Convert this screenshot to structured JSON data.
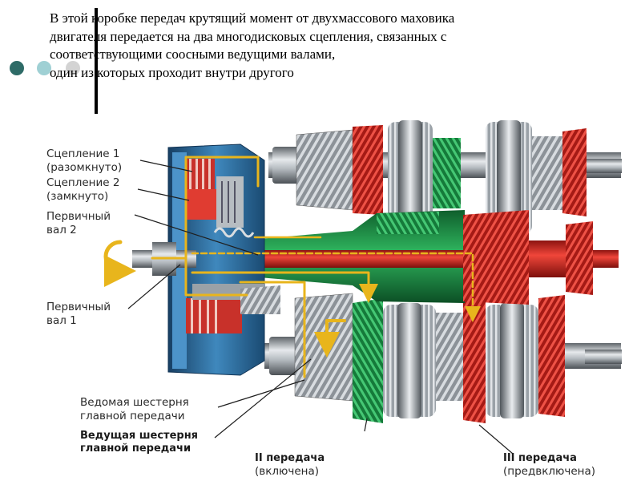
{
  "heading": {
    "lines": [
      "В этой коробке передач крутящий момент от двухмассового маховика",
      "двигателя передается на два многодисковых сцепления, связанных с",
      "соответствующими соосными ведущими валами,",
      "один из которых проходит внутри другого"
    ]
  },
  "bullets": {
    "colors": [
      "#2e6b67",
      "#9fd0d4",
      "#d3d3d3"
    ]
  },
  "labels": {
    "clutch1_name": "Сцепление 1",
    "clutch1_state": "(разомкнуто)",
    "clutch2_name": "Сцепление 2",
    "clutch2_state": "(замкнуто)",
    "shaft2_line1": "Первичный",
    "shaft2_line2": "вал 2",
    "shaft1_line1": "Первичный",
    "shaft1_line2": "вал 1",
    "driven_gear_line1": "Ведомая шестерня",
    "driven_gear_line2": "главной передачи",
    "drive_gear_line1": "Ведущая шестерня",
    "drive_gear_line2": "главной передачи",
    "gear2_name": "II передача",
    "gear2_state": "(включена)",
    "gear3_name": "III передача",
    "gear3_state": "(предвключена)"
  },
  "colors": {
    "power_flow": "#e8b51c",
    "engaged_green": "#1e9a4c",
    "active_red": "#d8261f",
    "housing_blue": "#2d6f9e",
    "steel": "#a9afb5"
  }
}
